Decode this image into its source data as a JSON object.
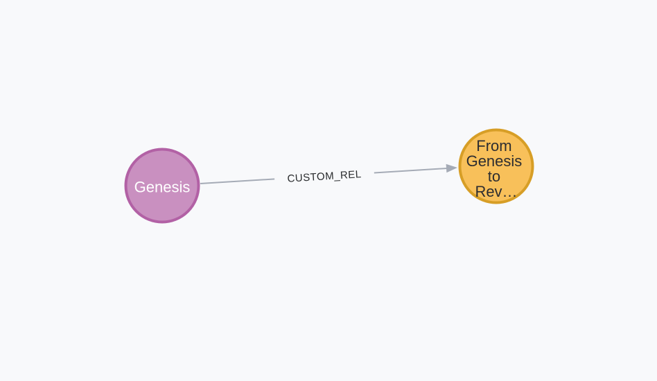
{
  "canvas": {
    "background": "#F8F9FB"
  },
  "graph": {
    "nodes": [
      {
        "caption": "Genesis",
        "fill": "#C990C0",
        "stroke": "#B261A5",
        "text_color": "#FFFFFF"
      },
      {
        "caption": "From Genesis to Rev…",
        "caption_lines": [
          "From",
          "Genesis",
          "to",
          "Rev…"
        ],
        "fill": "#F8C05A",
        "stroke": "#D79E26",
        "text_color": "#2D2D30"
      }
    ],
    "relationship": {
      "label": "CUSTOM_REL",
      "color": "#A5ABB6",
      "text_color": "#2A2C2E"
    }
  }
}
